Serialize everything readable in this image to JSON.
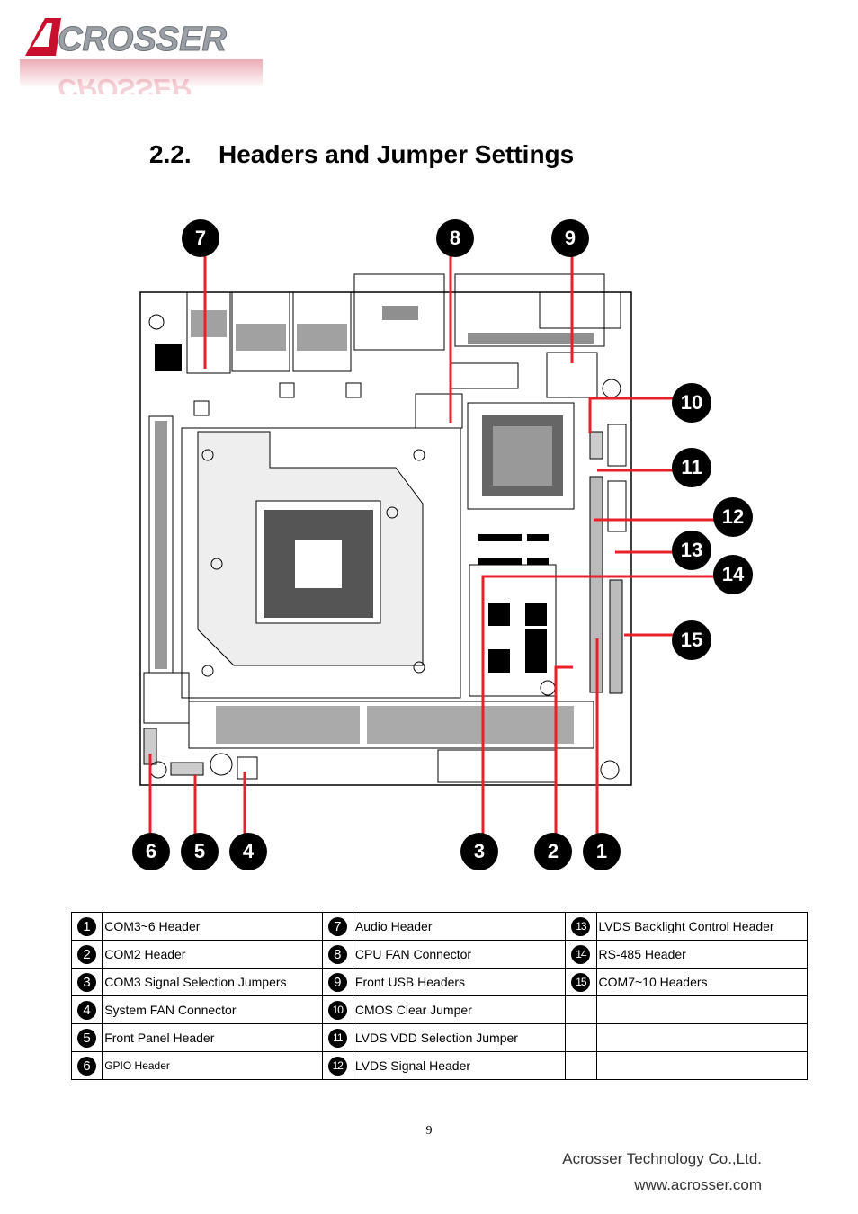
{
  "logo": {
    "text": "ACROSSER"
  },
  "section": {
    "number": "2.2.",
    "title": "Headers and Jumper Settings"
  },
  "callout_numbers": [
    "1",
    "2",
    "3",
    "4",
    "5",
    "6",
    "7",
    "8",
    "9",
    "10",
    "11",
    "12",
    "13",
    "14",
    "15"
  ],
  "legend": [
    {
      "n1": "1",
      "l1": "COM3~6 Header",
      "n2": "7",
      "l2": "Audio Header",
      "n3": "13",
      "l3": "LVDS Backlight Control Header"
    },
    {
      "n1": "2",
      "l1": "COM2 Header",
      "n2": "8",
      "l2": "CPU FAN Connector",
      "n3": "14",
      "l3": "RS-485 Header"
    },
    {
      "n1": "3",
      "l1": "COM3 Signal Selection Jumpers",
      "n2": "9",
      "l2": "Front USB Headers",
      "n3": "15",
      "l3": "COM7~10 Headers"
    },
    {
      "n1": "4",
      "l1": "System FAN Connector",
      "n2": "10",
      "l2": "CMOS Clear Jumper",
      "n3": "",
      "l3": ""
    },
    {
      "n1": "5",
      "l1": "Front Panel Header",
      "n2": "11",
      "l2": "LVDS VDD Selection Jumper",
      "n3": "",
      "l3": ""
    },
    {
      "n1": "6",
      "l1": "GPIO Header",
      "n2": "12",
      "l2": "LVDS Signal Header",
      "n3": "",
      "l3": ""
    }
  ],
  "footer": {
    "page_number": "9",
    "company": "Acrosser Technology Co.,Ltd.",
    "website": "www.acrosser.com"
  },
  "colors": {
    "callout_line": "#e8202a",
    "badge": "#000000",
    "logo_red": "#c8102e"
  }
}
